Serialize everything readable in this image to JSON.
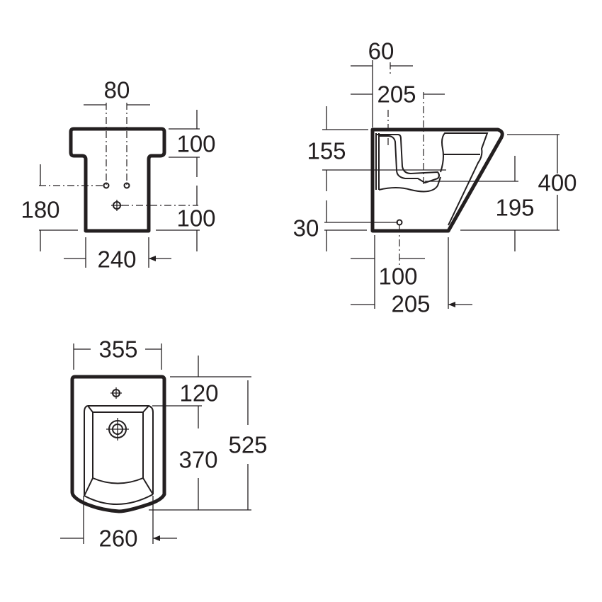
{
  "title": "Bidet technical drawing",
  "colors": {
    "ink": "#231f20",
    "background": "#ffffff"
  },
  "front_view": {
    "top_spacing": "80",
    "top_height": "100",
    "inlet_height": "180",
    "bottom_height": "100",
    "base_width": "240"
  },
  "side_view": {
    "offset": "60",
    "depth_top": "205",
    "top_offset": "155",
    "total_height": "400",
    "bowl_height": "195",
    "bottom_offset": "30",
    "outlet_distance": "100",
    "base_depth": "205"
  },
  "top_view": {
    "width": "355",
    "tap_distance": "120",
    "bowl_length": "370",
    "total_length": "525",
    "bowl_width": "260"
  }
}
